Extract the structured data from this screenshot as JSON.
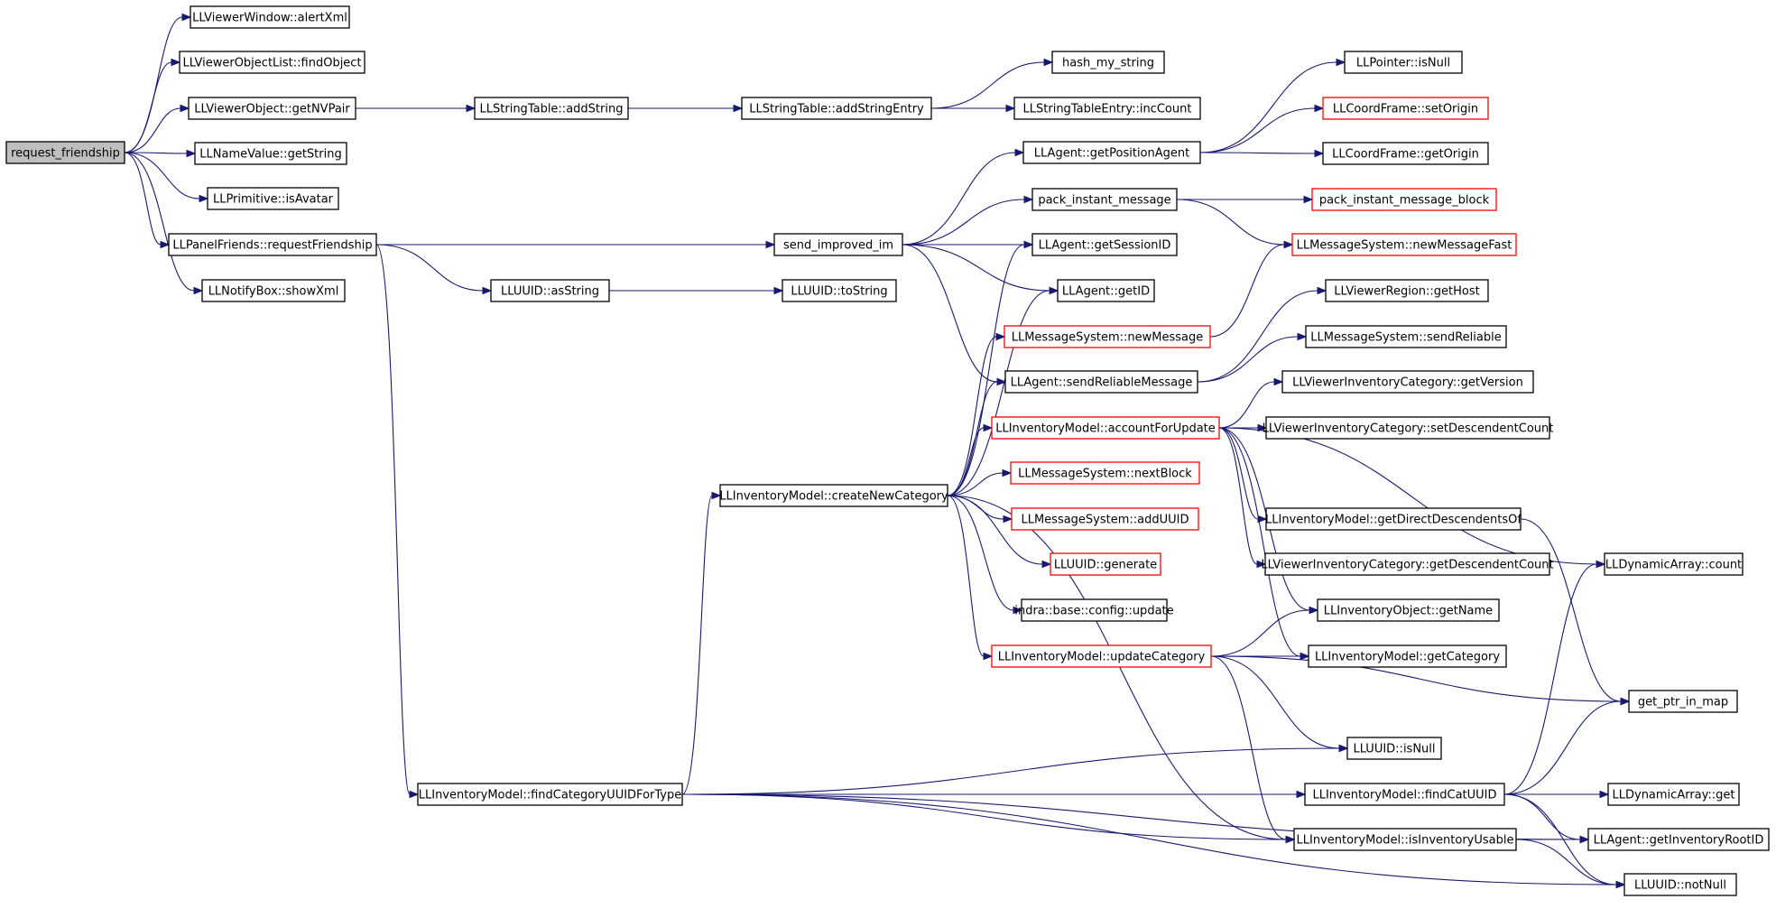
{
  "graph": {
    "root": "request_friendship",
    "nodes": [
      {
        "id": "n0",
        "label": "request_friendship",
        "style": "gray"
      },
      {
        "id": "n1",
        "label": "LLViewerWindow::alertXml",
        "style": "black"
      },
      {
        "id": "n2",
        "label": "LLViewerObjectList::findObject",
        "style": "black"
      },
      {
        "id": "n3",
        "label": "LLViewerObject::getNVPair",
        "style": "black"
      },
      {
        "id": "n4",
        "label": "LLNameValue::getString",
        "style": "black"
      },
      {
        "id": "n5",
        "label": "LLPrimitive::isAvatar",
        "style": "black"
      },
      {
        "id": "n6",
        "label": "LLPanelFriends::requestFriendship",
        "style": "black"
      },
      {
        "id": "n7",
        "label": "LLNotifyBox::showXml",
        "style": "black"
      },
      {
        "id": "n8",
        "label": "LLStringTable::addString",
        "style": "black"
      },
      {
        "id": "n9",
        "label": "LLStringTable::addStringEntry",
        "style": "black"
      },
      {
        "id": "n10",
        "label": "hash_my_string",
        "style": "black"
      },
      {
        "id": "n11",
        "label": "LLStringTableEntry::incCount",
        "style": "black"
      },
      {
        "id": "n12",
        "label": "LLPointer::isNull",
        "style": "black"
      },
      {
        "id": "n13",
        "label": "LLCoordFrame::setOrigin",
        "style": "red"
      },
      {
        "id": "n14",
        "label": "LLAgent::getPositionAgent",
        "style": "black"
      },
      {
        "id": "n15",
        "label": "LLCoordFrame::getOrigin",
        "style": "black"
      },
      {
        "id": "n16",
        "label": "pack_instant_message",
        "style": "black"
      },
      {
        "id": "n17",
        "label": "pack_instant_message_block",
        "style": "red"
      },
      {
        "id": "n18",
        "label": "send_improved_im",
        "style": "black"
      },
      {
        "id": "n19",
        "label": "LLAgent::getSessionID",
        "style": "black"
      },
      {
        "id": "n20",
        "label": "LLMessageSystem::newMessageFast",
        "style": "red"
      },
      {
        "id": "n21",
        "label": "LLUUID::asString",
        "style": "black"
      },
      {
        "id": "n22",
        "label": "LLUUID::toString",
        "style": "black"
      },
      {
        "id": "n23",
        "label": "LLAgent::getID",
        "style": "black"
      },
      {
        "id": "n24",
        "label": "LLViewerRegion::getHost",
        "style": "black"
      },
      {
        "id": "n25",
        "label": "LLMessageSystem::newMessage",
        "style": "red"
      },
      {
        "id": "n26",
        "label": "LLMessageSystem::sendReliable",
        "style": "black"
      },
      {
        "id": "n27",
        "label": "LLAgent::sendReliableMessage",
        "style": "black"
      },
      {
        "id": "n28",
        "label": "LLViewerInventoryCategory::getVersion",
        "style": "black"
      },
      {
        "id": "n29",
        "label": "LLInventoryModel::accountForUpdate",
        "style": "red"
      },
      {
        "id": "n30",
        "label": "LLViewerInventoryCategory::setDescendentCount",
        "style": "black"
      },
      {
        "id": "n31",
        "label": "LLMessageSystem::nextBlock",
        "style": "red"
      },
      {
        "id": "n32",
        "label": "LLInventoryModel::createNewCategory",
        "style": "black"
      },
      {
        "id": "n33",
        "label": "LLMessageSystem::addUUID",
        "style": "red"
      },
      {
        "id": "n34",
        "label": "LLInventoryModel::getDirectDescendentsOf",
        "style": "black"
      },
      {
        "id": "n35",
        "label": "LLUUID::generate",
        "style": "red"
      },
      {
        "id": "n36",
        "label": "LLViewerInventoryCategory::getDescendentCount",
        "style": "black"
      },
      {
        "id": "n37",
        "label": "LLDynamicArray::count",
        "style": "black"
      },
      {
        "id": "n38",
        "label": "indra::base::config::update",
        "style": "black"
      },
      {
        "id": "n39",
        "label": "LLInventoryObject::getName",
        "style": "black"
      },
      {
        "id": "n40",
        "label": "LLInventoryModel::updateCategory",
        "style": "red"
      },
      {
        "id": "n41",
        "label": "LLInventoryModel::getCategory",
        "style": "black"
      },
      {
        "id": "n42",
        "label": "get_ptr_in_map",
        "style": "black"
      },
      {
        "id": "n43",
        "label": "LLUUID::isNull",
        "style": "black"
      },
      {
        "id": "n44",
        "label": "LLInventoryModel::findCategoryUUIDForType",
        "style": "black"
      },
      {
        "id": "n45",
        "label": "LLInventoryModel::findCatUUID",
        "style": "black"
      },
      {
        "id": "n46",
        "label": "LLDynamicArray::get",
        "style": "black"
      },
      {
        "id": "n47",
        "label": "LLInventoryModel::isInventoryUsable",
        "style": "black"
      },
      {
        "id": "n48",
        "label": "LLAgent::getInventoryRootID",
        "style": "black"
      },
      {
        "id": "n49",
        "label": "LLUUID::notNull",
        "style": "black"
      }
    ],
    "edges": [
      [
        "n0",
        "n1"
      ],
      [
        "n0",
        "n2"
      ],
      [
        "n0",
        "n3"
      ],
      [
        "n0",
        "n4"
      ],
      [
        "n0",
        "n5"
      ],
      [
        "n0",
        "n6"
      ],
      [
        "n0",
        "n7"
      ],
      [
        "n3",
        "n8"
      ],
      [
        "n8",
        "n9"
      ],
      [
        "n9",
        "n10"
      ],
      [
        "n9",
        "n11"
      ],
      [
        "n6",
        "n18"
      ],
      [
        "n6",
        "n21"
      ],
      [
        "n6",
        "n44"
      ],
      [
        "n21",
        "n22"
      ],
      [
        "n18",
        "n14"
      ],
      [
        "n18",
        "n16"
      ],
      [
        "n18",
        "n19"
      ],
      [
        "n18",
        "n23"
      ],
      [
        "n18",
        "n27"
      ],
      [
        "n14",
        "n12"
      ],
      [
        "n14",
        "n13"
      ],
      [
        "n14",
        "n15"
      ],
      [
        "n16",
        "n17"
      ],
      [
        "n16",
        "n20"
      ],
      [
        "n25",
        "n20"
      ],
      [
        "n27",
        "n24"
      ],
      [
        "n27",
        "n26"
      ],
      [
        "n32",
        "n19"
      ],
      [
        "n32",
        "n23"
      ],
      [
        "n32",
        "n25"
      ],
      [
        "n32",
        "n27"
      ],
      [
        "n32",
        "n29"
      ],
      [
        "n32",
        "n31"
      ],
      [
        "n32",
        "n33"
      ],
      [
        "n32",
        "n35"
      ],
      [
        "n32",
        "n38"
      ],
      [
        "n32",
        "n40"
      ],
      [
        "n32",
        "n47"
      ],
      [
        "n29",
        "n28"
      ],
      [
        "n29",
        "n30"
      ],
      [
        "n29",
        "n34"
      ],
      [
        "n29",
        "n36"
      ],
      [
        "n29",
        "n37"
      ],
      [
        "n29",
        "n39"
      ],
      [
        "n29",
        "n41"
      ],
      [
        "n34",
        "n42"
      ],
      [
        "n40",
        "n39"
      ],
      [
        "n40",
        "n41"
      ],
      [
        "n40",
        "n42"
      ],
      [
        "n40",
        "n43"
      ],
      [
        "n40",
        "n47"
      ],
      [
        "n44",
        "n32"
      ],
      [
        "n44",
        "n43"
      ],
      [
        "n44",
        "n45"
      ],
      [
        "n44",
        "n47"
      ],
      [
        "n44",
        "n48"
      ],
      [
        "n44",
        "n49"
      ],
      [
        "n45",
        "n37"
      ],
      [
        "n45",
        "n42"
      ],
      [
        "n45",
        "n46"
      ],
      [
        "n45",
        "n48"
      ],
      [
        "n45",
        "n49"
      ],
      [
        "n47",
        "n48"
      ],
      [
        "n47",
        "n49"
      ]
    ]
  }
}
